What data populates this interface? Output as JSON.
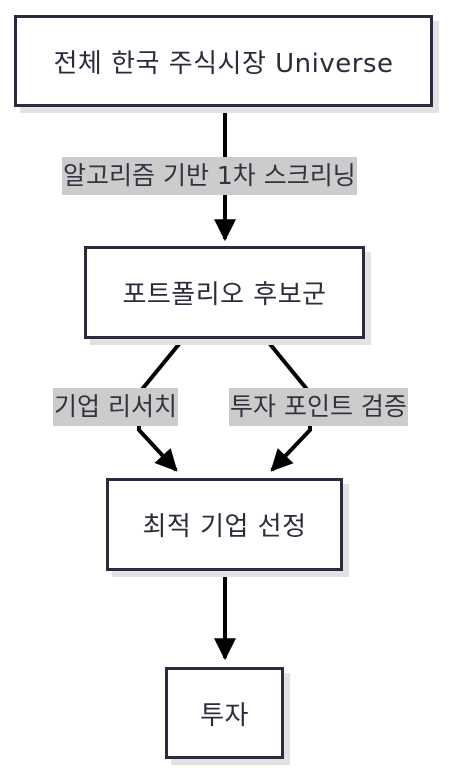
{
  "nodes": {
    "universe": "전체 한국 주식시장 Universe",
    "candidates": "포트폴리오 후보군",
    "selection": "최적 기업 선정",
    "invest": "투자"
  },
  "edges": {
    "screening": "알고리즘 기반 1차 스크리닝",
    "research": "기업 리서치",
    "verification": "투자 포인트 검증"
  },
  "colors": {
    "box_border": "#2b2a3f",
    "label_background": "#cccccc",
    "arrow": "#000000"
  }
}
